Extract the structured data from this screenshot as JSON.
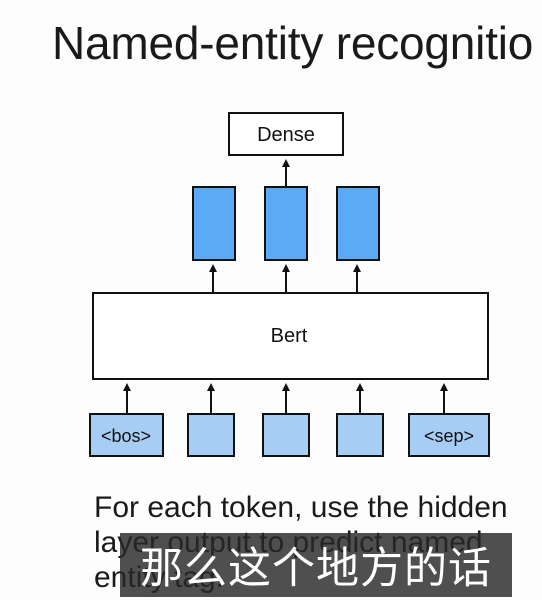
{
  "title": "Named-entity recognitio",
  "diagram": {
    "dense_label": "Dense",
    "bert_label": "Bert",
    "input_tokens": [
      "<bos>",
      "",
      "",
      "",
      "<sep>"
    ],
    "colors": {
      "output_fill": "#5aaaf5",
      "input_fill": "#a7cdf5",
      "stroke": "#111111"
    }
  },
  "description": "For each token, use the hidden layer output to predict named entity tag.",
  "subtitle_overlay": "那么这个地方的话"
}
